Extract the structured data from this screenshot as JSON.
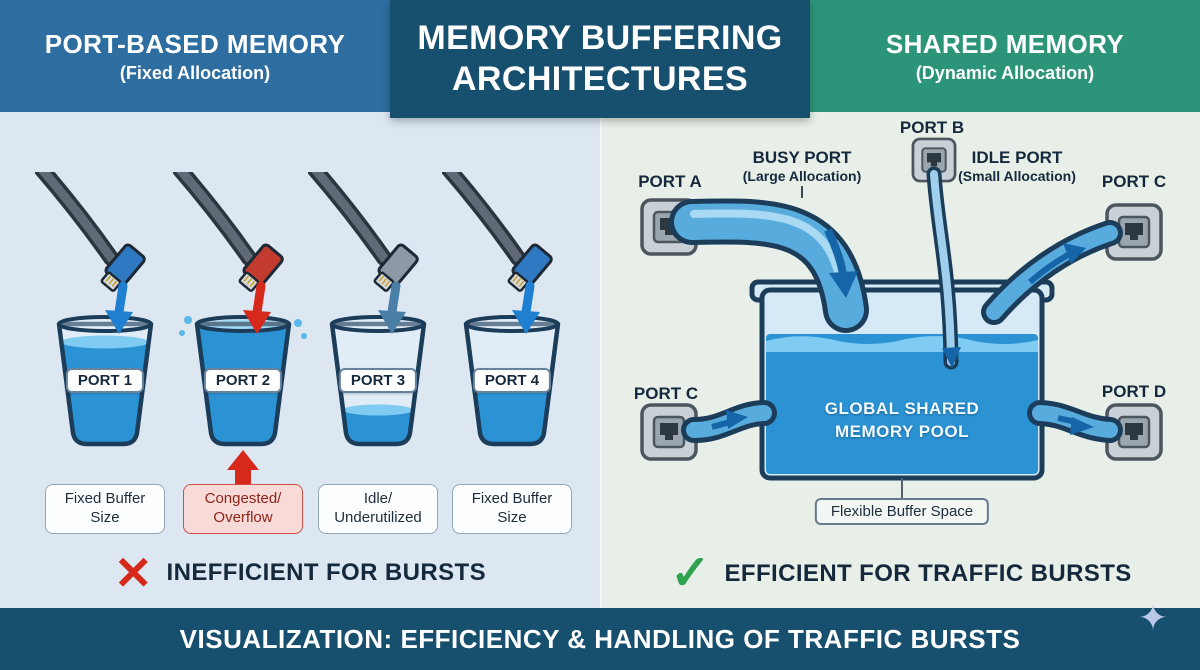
{
  "header": {
    "left_title": "PORT-BASED MEMORY",
    "left_subtitle": "(Fixed Allocation)",
    "center_line1": "MEMORY BUFFERING",
    "center_line2": "ARCHITECTURES",
    "right_title": "SHARED MEMORY",
    "right_subtitle": "(Dynamic Allocation)"
  },
  "left_panel": {
    "ports": [
      {
        "label": "PORT 1",
        "caption": "Fixed Buffer\nSize"
      },
      {
        "label": "PORT 2",
        "caption": "Congested/\nOverflow"
      },
      {
        "label": "PORT 3",
        "caption": "Idle/\nUnderutilized"
      },
      {
        "label": "PORT 4",
        "caption": "Fixed Buffer\nSize"
      }
    ],
    "verdict_icon": "✕",
    "verdict": "INEFFICIENT FOR BURSTS"
  },
  "right_panel": {
    "labels": {
      "port_a": "PORT A",
      "busy_port": "BUSY PORT",
      "busy_port_sub": "(Large Allocation)",
      "port_b": "PORT B",
      "idle_port": "IDLE PORT",
      "idle_port_sub": "(Small Allocation)",
      "port_c_top": "PORT C",
      "port_c_bottom": "PORT C",
      "port_d": "PORT D"
    },
    "pool_line1": "GLOBAL SHARED",
    "pool_line2": "MEMORY POOL",
    "caption": "Flexible Buffer Space",
    "verdict_icon": "✓",
    "verdict": "EFFICIENT FOR TRAFFIC BURSTS"
  },
  "footer": {
    "title": "VISUALIZATION: EFFICIENCY & HANDLING OF TRAFFIC BURSTS",
    "sparkle_icon": "✦"
  },
  "colors": {
    "header_left_bg": "#2d6da0",
    "header_center_bg": "#174f6e",
    "header_right_bg": "#2c9579",
    "left_panel_bg": "#dce7f2",
    "right_panel_bg": "#e7efe8",
    "footer_bg": "#174f6e",
    "water_blue": "#2b93d4",
    "error_red": "#d7281c",
    "success_green": "#2fa34f"
  }
}
